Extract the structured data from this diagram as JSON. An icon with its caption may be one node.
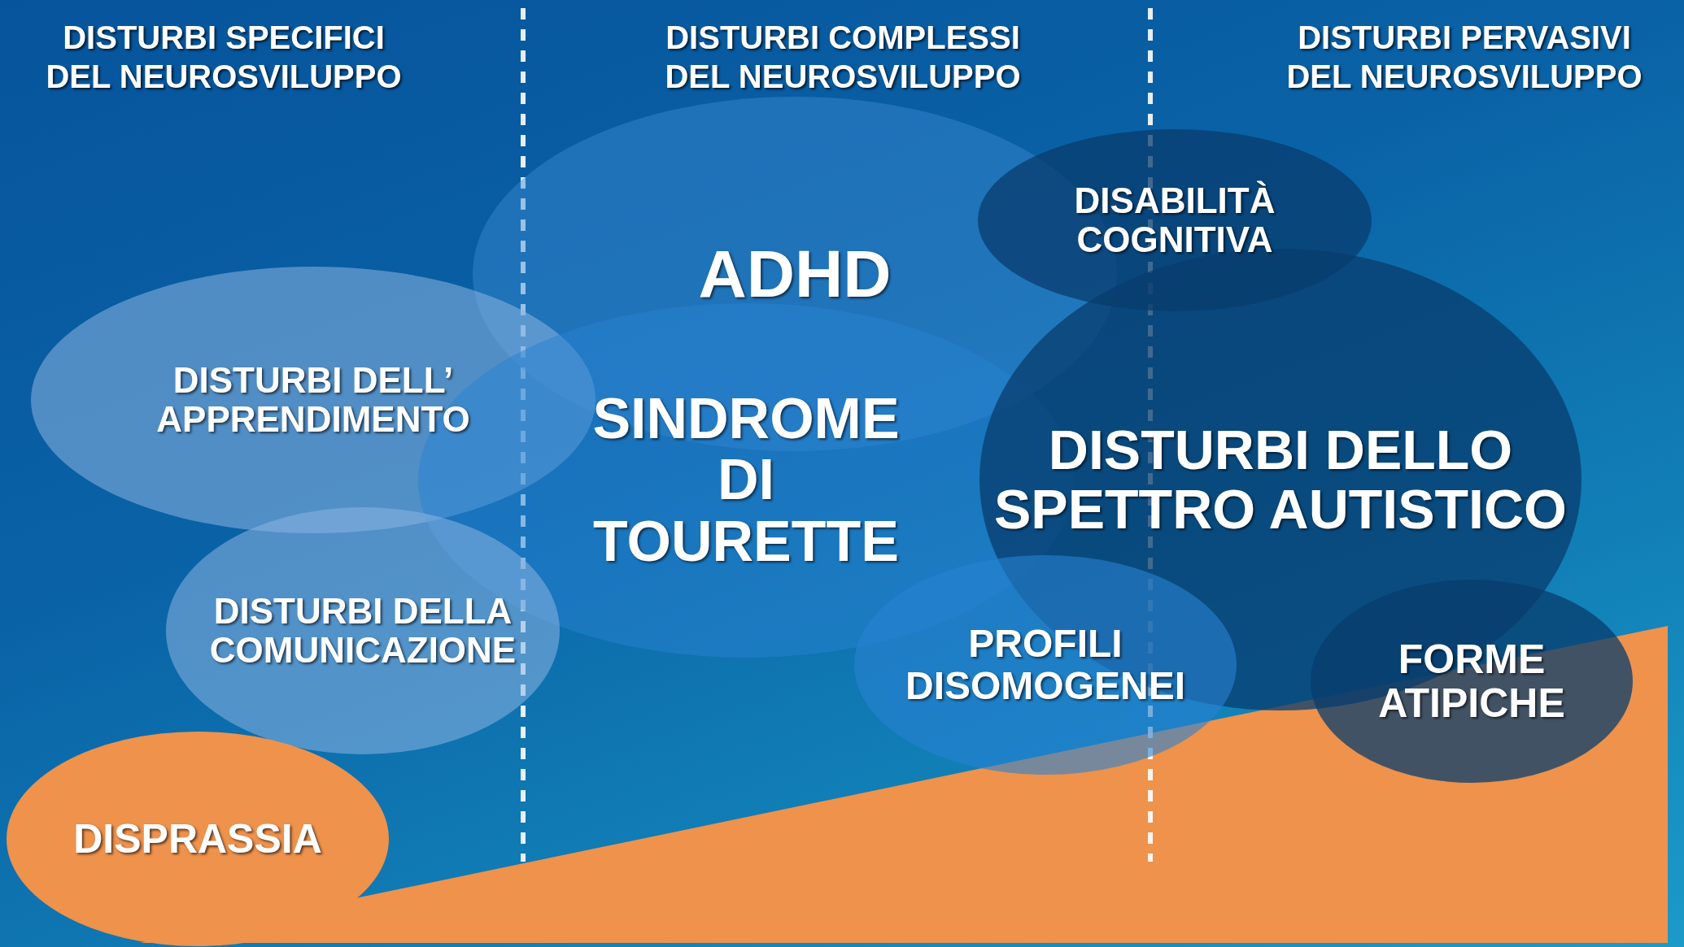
{
  "diagram": {
    "nodes": [
      {
        "text": [
          "ADHD"
        ]
      },
      {
        "text": [
          "DISABILITÀ COGNITIVA"
        ]
      },
      {
        "text": [
          "DISTURBI DELL’ APPRENDIMENTO"
        ]
      },
      {
        "text": [
          "SINDROME DI TOURETTE"
        ]
      },
      {
        "text": [
          "DISTURBI DELLO SPETTRO AUTISTICO"
        ]
      },
      {
        "text": [
          "DISTURBI DELLA COMUNICAZIONE"
        ]
      },
      {
        "text": [
          "PROFILI DISOMOGENEI"
        ]
      },
      {
        "text": [
          "FORME ATIPICHE"
        ]
      },
      {
        "text": [
          "DISPRASSIA"
        ]
      }
    ],
    "edges": [],
    "labels": [
      "DISTURBI SPECIFICI DEL NEUROSVILUPPO",
      "DISTURBI COMPLESSI DEL NEUROSVILUPPO",
      "DISTURBI PERVASIVI DEL NEUROSVILUPPO"
    ]
  }
}
